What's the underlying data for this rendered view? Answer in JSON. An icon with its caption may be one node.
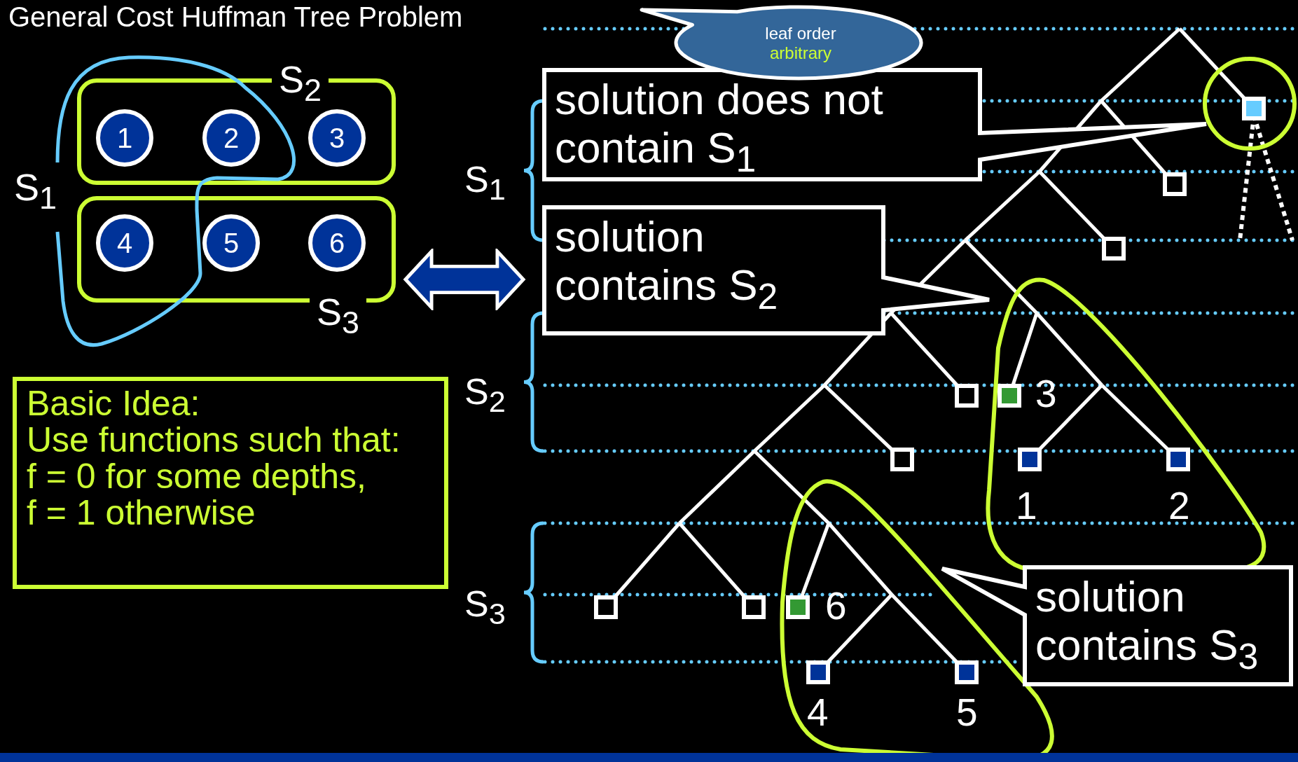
{
  "diagram": {
    "title": "General Cost Huffman Tree Problem",
    "nodes": [
      {
        "text": [
          "S$_{1}$"
        ]
      },
      {
        "text": [
          "S$_{2}$"
        ]
      },
      {
        "text": [
          "1"
        ]
      },
      {
        "text": [
          "2"
        ]
      },
      {
        "text": [
          "3"
        ],
        "in": 1
      },
      {
        "text": [
          "S$_{3}$"
        ]
      },
      {
        "text": [
          "4"
        ]
      },
      {
        "text": [
          "5"
        ]
      },
      {
        "text": [
          "6"
        ],
        "in": 5
      },
      {
        "text": [
          "leaf order",
          "arbitrary"
        ]
      },
      {
        "text": [
          "solution does not contain S$_{1}$"
        ]
      },
      {
        "text": [
          "solution contains S$_{2}$"
        ]
      },
      {
        "text": [
          "Basic Idea:",
          "Use functions such that:",
          "f = 0 for some depths,",
          "f = 1 otherwise"
        ]
      },
      {
        "text": [
          "solution contains S$_{3}$"
        ]
      }
    ],
    "labels": [
      "S$_{1}$",
      "S$_{2}$",
      "3",
      "1",
      "2",
      "S$_{3}$",
      "6",
      "4",
      "5"
    ]
  }
}
